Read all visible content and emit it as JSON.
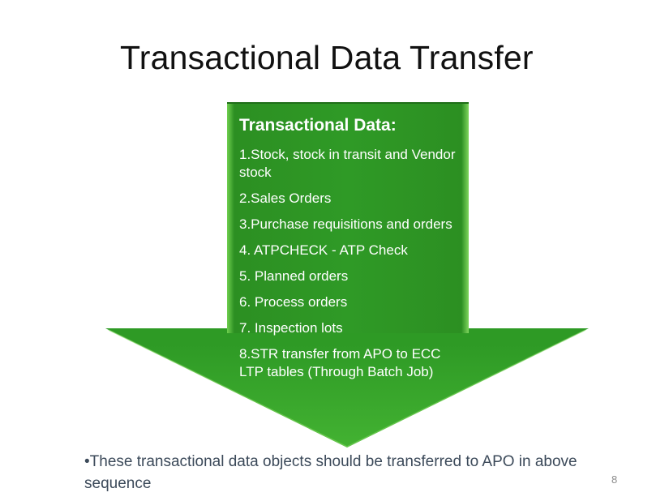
{
  "slide": {
    "title": "Transactional Data Transfer",
    "page_number": "8"
  },
  "arrow": {
    "fill_color": "#2e9a25",
    "heading": "Transactional Data:",
    "items": [
      "1.Stock, stock in transit and Vendor stock",
      "2.Sales Orders",
      "3.Purchase requisitions and orders",
      "4. ATPCHECK  - ATP Check",
      "5. Planned orders",
      "6. Process orders",
      "7. Inspection lots",
      "8.STR transfer from APO to ECC LTP tables (Through Batch Job)"
    ]
  },
  "footer": {
    "note": "•These transactional data objects should be transferred to APO in above sequence"
  }
}
